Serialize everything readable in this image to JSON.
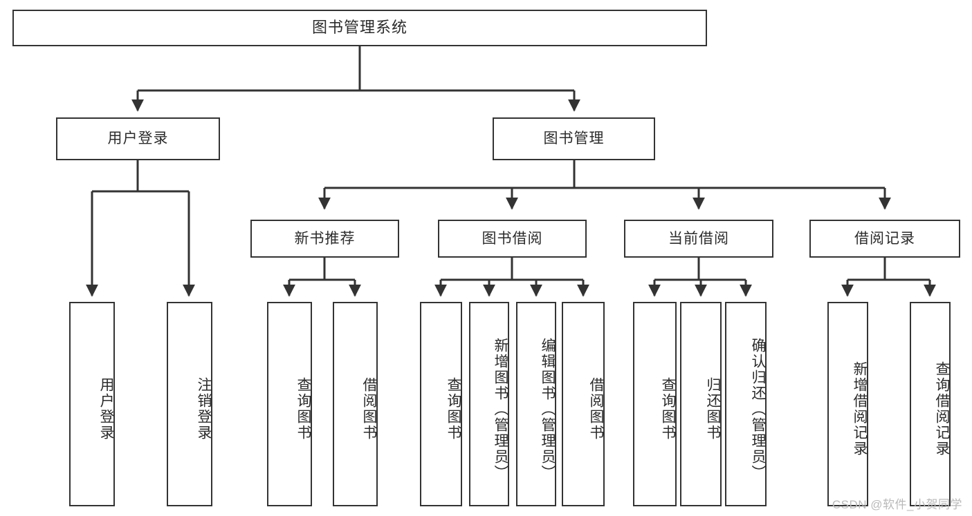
{
  "diagram": {
    "title": "图书管理系统",
    "type": "hierarchy-tree",
    "stroke_color": "#333333",
    "background_color": "#ffffff",
    "text_color": "#2b2b2b",
    "watermark": "CSDN @软件_小贺同学",
    "levels": {
      "root": {
        "label": "图书管理系统"
      },
      "level2": [
        {
          "label": "用户登录"
        },
        {
          "label": "图书管理"
        }
      ],
      "level3": [
        {
          "label": "新书推荐"
        },
        {
          "label": "图书借阅"
        },
        {
          "label": "当前借阅"
        },
        {
          "label": "借阅记录"
        }
      ],
      "leaves": {
        "user_login": [
          {
            "label": "用户登录"
          },
          {
            "label": "注销登录"
          }
        ],
        "new_book_recommend": [
          {
            "label": "查询图书"
          },
          {
            "label": "借阅图书"
          }
        ],
        "book_borrow": [
          {
            "label": "查询图书"
          },
          {
            "label": "新增图书（管理员）"
          },
          {
            "label": "编辑图书（管理员）"
          },
          {
            "label": "借阅图书"
          }
        ],
        "current_borrow": [
          {
            "label": "查询图书"
          },
          {
            "label": "归还图书"
          },
          {
            "label": "确认归还（管理员）"
          }
        ],
        "borrow_record": [
          {
            "label": "新增借阅记录"
          },
          {
            "label": "查询借阅记录"
          }
        ]
      }
    }
  }
}
